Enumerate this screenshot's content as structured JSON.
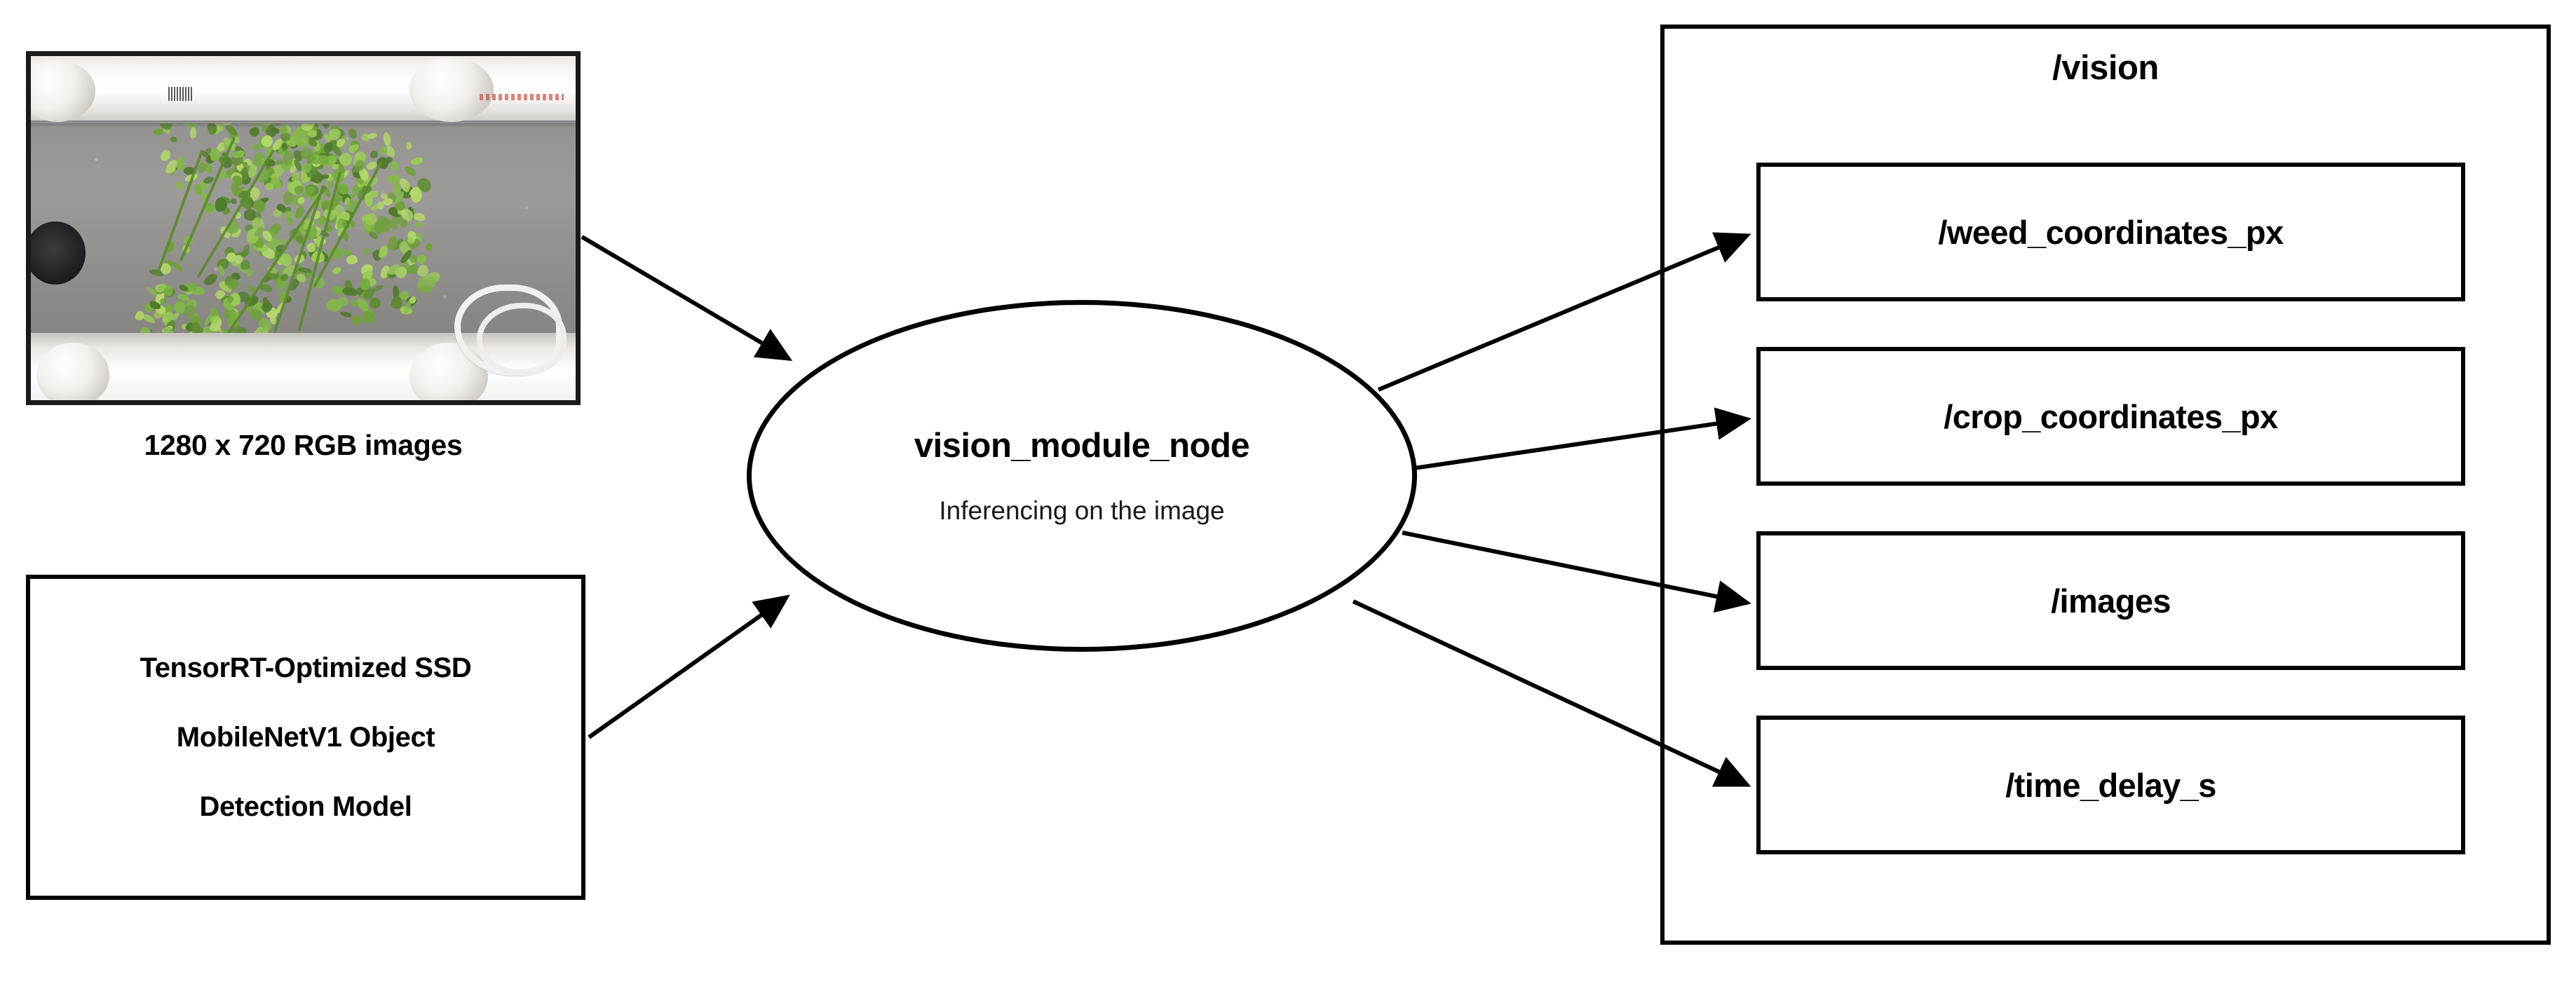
{
  "input_image": {
    "caption": "1280 x 720 RGB images",
    "alt": "top-down photo of two potted plants on a grey bench with white PVC pipes"
  },
  "model_box": {
    "lines": [
      "TensorRT-Optimized SSD",
      "MobileNetV1 Object",
      "Detection Model"
    ]
  },
  "node": {
    "title": "vision_module_node",
    "subtitle": "Inferencing on the image"
  },
  "vision_group": {
    "title": "/vision",
    "topics": [
      {
        "name": "/weed_coordinates_px"
      },
      {
        "name": "/crop_coordinates_px"
      },
      {
        "name": "/images"
      },
      {
        "name": "/time_delay_s"
      }
    ]
  },
  "edges": [
    {
      "from": "input_image",
      "to": "vision_module_node"
    },
    {
      "from": "model_box",
      "to": "vision_module_node"
    },
    {
      "from": "vision_module_node",
      "to": "/weed_coordinates_px"
    },
    {
      "from": "vision_module_node",
      "to": "/crop_coordinates_px"
    },
    {
      "from": "vision_module_node",
      "to": "/images"
    },
    {
      "from": "vision_module_node",
      "to": "/time_delay_s"
    }
  ],
  "colors": {
    "stroke": "#000000",
    "background": "#ffffff",
    "text": "#000000"
  }
}
